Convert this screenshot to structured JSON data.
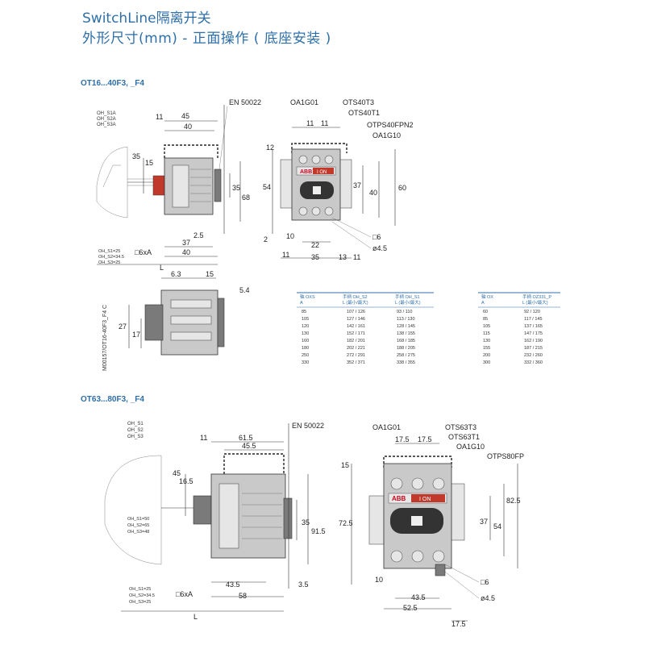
{
  "header": {
    "title": "SwitchLine隔离开关",
    "subtitle": "外形尺寸(mm) - 正面操作 ( 底座安装 )"
  },
  "section1": {
    "title": "OT16...40F3, _F4",
    "side_view_labels": [
      "OH_S1A",
      "OH_S2A",
      "OH_S3A"
    ],
    "side_view_lengths": [
      "OH_S1=25",
      "OH_S2=34.5",
      "OH_S3=25"
    ],
    "standard": "EN 50022",
    "side_dims": {
      "d11": "11",
      "d45": "45",
      "d40": "40",
      "d35": "35",
      "d15": "15",
      "d35b": "35",
      "d68": "68",
      "d25": "2.5",
      "d37": "37",
      "d40b": "40",
      "hole": "□6xA",
      "L": "L"
    },
    "front_labels": [
      "OA1G01",
      "OTS40T3",
      "OTS40T1",
      "OTPS40FPN2",
      "OA1G10"
    ],
    "front_dims": {
      "d11a": "11",
      "d11b": "11",
      "d12": "12",
      "d54": "54",
      "d37": "37",
      "d40": "40",
      "d60": "60",
      "d2": "2",
      "d10": "10",
      "d22": "22",
      "d11c": "11",
      "d35": "35",
      "d13": "13",
      "d11d": "11",
      "sq6": "□6",
      "dia": "ø4.5"
    },
    "bottom_dims": {
      "d63": "6.3",
      "d15": "15",
      "d54": "5.4",
      "d27": "27",
      "d17": "17"
    },
    "vertical_code": "M00157/OT16-40F3_F4 C",
    "brand": "ABB",
    "on_label": "I ON",
    "table1": {
      "headers": [
        [
          "轴 OXS",
          "A"
        ],
        [
          "手柄 OH_S2",
          "L (最小/最大)"
        ],
        [
          "手柄 OH_S1",
          "L (最小/最大)"
        ]
      ],
      "rows": [
        [
          "85",
          "107 / 126",
          "93 / 110"
        ],
        [
          "105",
          "127 / 146",
          "113 / 130"
        ],
        [
          "120",
          "142 / 161",
          "128 / 145"
        ],
        [
          "130",
          "152 / 171",
          "138 / 155"
        ],
        [
          "160",
          "182 / 201",
          "168 / 185"
        ],
        [
          "180",
          "202 / 221",
          "188 / 205"
        ],
        [
          "250",
          "272 / 291",
          "258 / 275"
        ],
        [
          "330",
          "352 / 371",
          "338 / 355"
        ]
      ]
    },
    "table2": {
      "headers": [
        [
          "轴 OX",
          "A"
        ],
        [
          "手柄 OZ331_P",
          "L (最小/最大)"
        ]
      ],
      "rows": [
        [
          "60",
          "92 / 120"
        ],
        [
          "85",
          "117 / 145"
        ],
        [
          "105",
          "137 / 165"
        ],
        [
          "115",
          "147 / 175"
        ],
        [
          "130",
          "162 / 190"
        ],
        [
          "155",
          "187 / 215"
        ],
        [
          "200",
          "232 / 260"
        ],
        [
          "300",
          "332 / 360"
        ]
      ]
    }
  },
  "section2": {
    "title": "OT63...80F3, _F4",
    "side_view_labels": [
      "OH_S1",
      "OH_S2",
      "OH_S3"
    ],
    "side_view_mid": [
      "OH_S1=50",
      "OH_S2=65",
      "OH_S3=48"
    ],
    "side_view_lengths": [
      "OH_S1=25",
      "OH_S2=34.5",
      "OH_S3=25"
    ],
    "standard": "EN 50022",
    "side_dims": {
      "d11": "11",
      "d615": "61.5",
      "d455": "45.5",
      "d45": "45",
      "d165": "16.5",
      "d35": "35",
      "d915": "91.5",
      "d435": "43.5",
      "d58": "58",
      "d35b": "3.5",
      "hole": "□6xA",
      "L": "L"
    },
    "front_labels": [
      "OA1G01",
      "OTS63T3",
      "OTS63T1",
      "OA1G10",
      "OTPS80FP"
    ],
    "front_dims": {
      "d175a": "17.5",
      "d175b": "17.5",
      "d15": "15",
      "d725": "72.5",
      "d37": "37",
      "d54": "54",
      "d825": "82.5",
      "d10": "10",
      "d435": "43.5",
      "d525": "52.5",
      "d175c": "17.5",
      "sq6": "□6",
      "dia": "ø4.5"
    },
    "brand": "ABB",
    "on_label": "I ON"
  }
}
